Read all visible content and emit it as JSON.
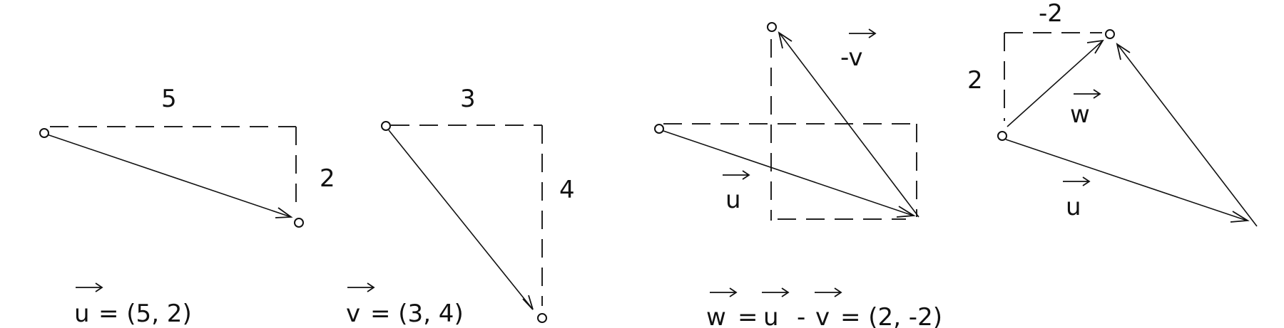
{
  "panel_u": {
    "horizontal_label": "5",
    "vertical_label": "2",
    "caption": "u = (5, 2)",
    "caption_vector_letter": "u",
    "caption_rest": "= (5, 2)"
  },
  "panel_v": {
    "horizontal_label": "3",
    "vertical_label": "4",
    "caption_vector_letter": "v",
    "caption_rest": "= (3, 4)"
  },
  "panel_diff": {
    "neg_v_label": "-v",
    "u_label": "u",
    "caption_w": "w",
    "caption_eq1": "=",
    "caption_u": "u",
    "caption_minus": "-",
    "caption_v": "v",
    "caption_rest": "= (2, -2)"
  },
  "panel_w": {
    "horizontal_label": "-2",
    "vertical_label": "2",
    "w_label": "w",
    "u_label": "u"
  },
  "colors": {
    "ink": "#111111",
    "background": "#ffffff"
  }
}
